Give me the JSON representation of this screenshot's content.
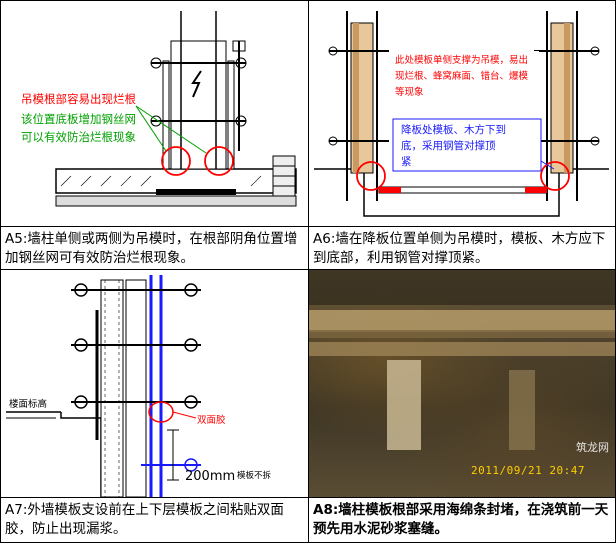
{
  "panels": {
    "a5": {
      "caption": "A5:墙柱单侧或两侧为吊模时，在根部阴角位置增加钢丝网可有效防治烂根现象。",
      "annotation_red": "吊模根部容易出现烂根",
      "annotation_green_1": "该位置底板增加钢丝网",
      "annotation_green_2": "可以有效防治烂根现象"
    },
    "a6": {
      "caption": "A6:墙在降板位置单侧为吊模时，模板、木方应下到底部，利用钢管对撑顶紧。",
      "annotation_red": [
        "此处模板单侧支撑为吊模，易出",
        "现烂根、蜂窝麻面、错台、爆模",
        "等现象"
      ],
      "annotation_blue": [
        "降板处模板、木方下到",
        "底，采用钢管对撑顶",
        "紧"
      ]
    },
    "a7": {
      "caption": "A7:外墙模板支设前在上下层模板之间粘贴双面胶，防止出现漏浆。",
      "label_floor": "楼面标高",
      "label_tape": "双面胶",
      "label_dim": "200mm",
      "label_dim_note": "模板不拆"
    },
    "a8": {
      "caption": "A8:墙柱模板根部采用海绵条封堵，在浇筑前一天预先用水泥砂浆塞缝。",
      "timestamp": "2011/09/21 20:47",
      "watermark": "筑龙网"
    }
  },
  "colors": {
    "red": "#ff0000",
    "green": "#00a000",
    "blue": "#1a1aff"
  }
}
